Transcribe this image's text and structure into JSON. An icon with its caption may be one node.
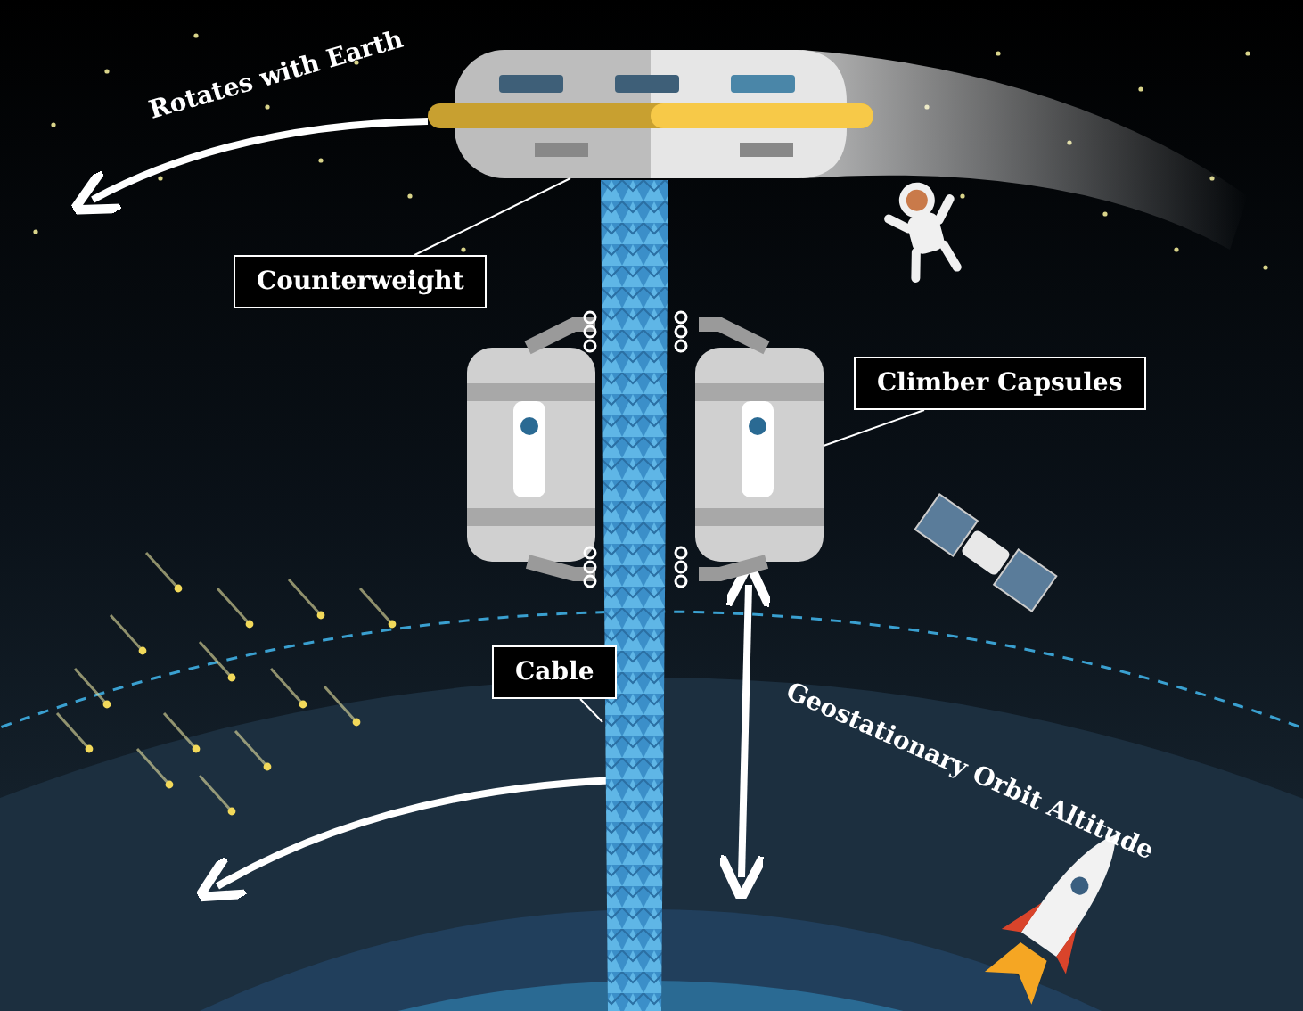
{
  "diagram": {
    "nodes": [
      {
        "text": [
          "Counterweight"
        ]
      },
      {
        "text": [],
        "shape": "picture"
      },
      {
        "text": [
          "Climber Capsules"
        ]
      },
      {
        "text": [],
        "shape": "picture"
      },
      {
        "text": [
          "Cable"
        ]
      },
      {
        "text": [],
        "shape": "bar"
      }
    ],
    "edges": [
      {
        "from": 0,
        "to": 1,
        "arrow": "none"
      },
      {
        "from": 2,
        "to": 3,
        "arrow": "none"
      },
      {
        "from": 4,
        "to": 5,
        "arrow": "none"
      }
    ],
    "labels": [
      "Rotates with Earth",
      "Geostationary Orbit Altitude"
    ]
  }
}
